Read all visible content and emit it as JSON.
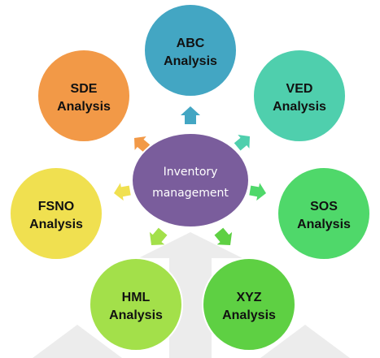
{
  "center": {
    "line1": "Inventory",
    "line2": "management",
    "color": "#7a5d9c"
  },
  "nodes": [
    {
      "id": "abc",
      "line1": "ABC",
      "line2": "Analysis",
      "color": "#43a6c3"
    },
    {
      "id": "ved",
      "line1": "VED",
      "line2": "Analysis",
      "color": "#4fcfad"
    },
    {
      "id": "sos",
      "line1": "SOS",
      "line2": "Analysis",
      "color": "#4fd86a"
    },
    {
      "id": "xyz",
      "line1": "XYZ",
      "line2": "Analysis",
      "color": "#5ed043"
    },
    {
      "id": "hml",
      "line1": "HML",
      "line2": "Analysis",
      "color": "#a3e04a"
    },
    {
      "id": "fsno",
      "line1": "FSNO",
      "line2": "Analysis",
      "color": "#f0e050"
    },
    {
      "id": "sde",
      "line1": "SDE",
      "line2": "Analysis",
      "color": "#f29947"
    }
  ],
  "arrow_colors": {
    "abc": "#43a6c3",
    "ved": "#4fcfad",
    "sos": "#4fd86a",
    "xyz": "#5ed043",
    "hml": "#a3e04a",
    "fsno": "#f0e050",
    "sde": "#f29947"
  },
  "watermark_color": "#ececec"
}
